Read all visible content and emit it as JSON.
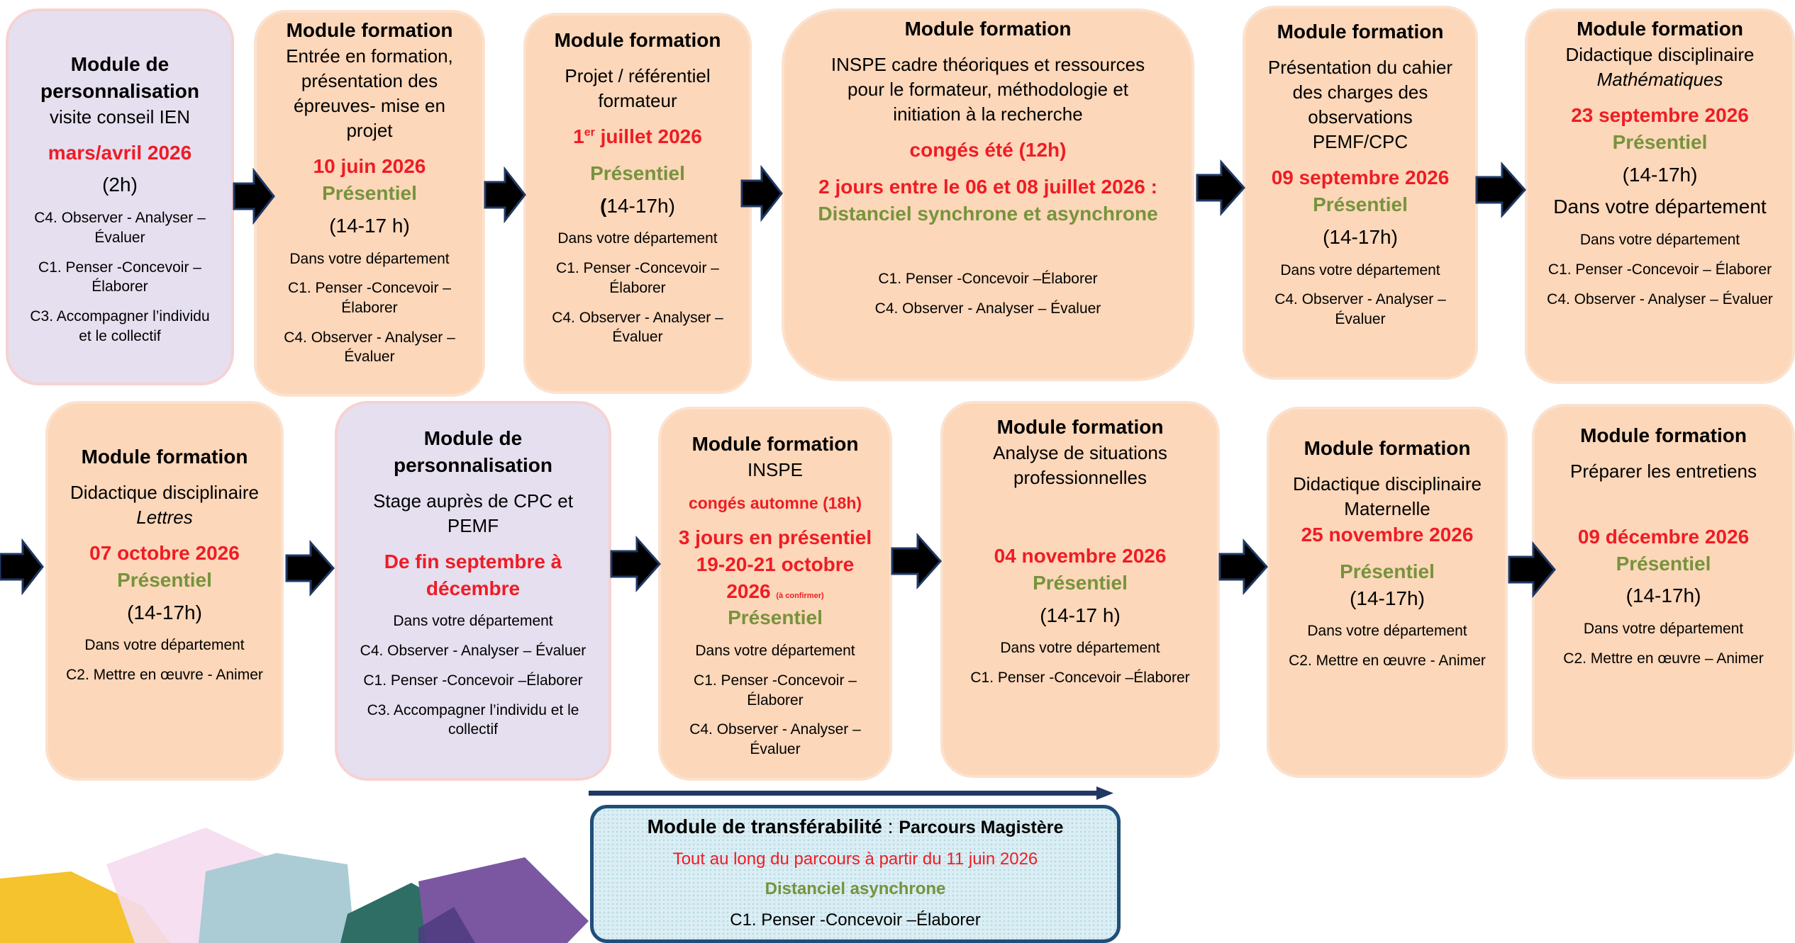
{
  "row1": [
    {
      "title": "Module de personnalisation",
      "subtitle": "visite conseil IEN",
      "date": "mars/avril 2026",
      "hours": "(2h)",
      "items": [
        "C4. Observer - Analyser – Évaluer",
        "C1. Penser -Concevoir – Élaborer",
        "C3. Accompagner l’individu et le collectif"
      ]
    },
    {
      "title": "Module formation",
      "subtitle": "Entrée en formation, présentation des épreuves- mise en projet",
      "date": "10 juin 2026",
      "mode": "Présentiel",
      "hours": "(14-17 h)",
      "place": "Dans votre département",
      "items": [
        "C1. Penser -Concevoir – Élaborer",
        "C4. Observer - Analyser – Évaluer"
      ]
    },
    {
      "title": "Module formation",
      "subtitle": "Projet / référentiel formateur",
      "date_prefix": "1",
      "date_sup": "er",
      "date_suffix": " juillet 2026",
      "mode": "Présentiel",
      "hours_bold": "(",
      "hours": "14-17h)",
      "place": "Dans votre département",
      "items": [
        "C1. Penser -Concevoir – Élaborer",
        "C4. Observer - Analyser – Évaluer"
      ]
    },
    {
      "title": "Module formation",
      "subtitle": "INSPE cadre théoriques et ressources pour le formateur, méthodologie et initiation à la recherche",
      "note": "congés été (12h)",
      "date": "2 jours entre le 06 et 08 juillet 2026 :",
      "mode": "Distanciel synchrone et asynchrone",
      "items": [
        "C1. Penser -Concevoir –Élaborer",
        "C4. Observer - Analyser – Évaluer"
      ]
    },
    {
      "title": "Module formation",
      "subtitle": "Présentation du cahier des charges des observations PEMF/CPC",
      "date": "09 septembre 2026",
      "mode": "Présentiel",
      "hours": "(14-17h)",
      "place": "Dans votre département",
      "items": [
        "C4. Observer - Analyser – Évaluer"
      ]
    },
    {
      "title": "Module formation",
      "subtitle": "Didactique disciplinaire",
      "subject": "Mathématiques",
      "date": "23  septembre 2026",
      "mode": "Présentiel",
      "hours": "(14-17h)",
      "place_big": "Dans votre département",
      "place": "Dans votre département",
      "items": [
        "C1. Penser -Concevoir – Élaborer",
        "C4. Observer - Analyser – Évaluer"
      ]
    }
  ],
  "row2": [
    {
      "title": "Module formation",
      "subtitle": "Didactique disciplinaire",
      "subject": "Lettres",
      "date": "07 octobre 2026",
      "mode": "Présentiel",
      "hours": "(14-17h)",
      "place": "Dans votre département",
      "items": [
        "C2. Mettre en œuvre - Animer"
      ]
    },
    {
      "title": "Module de personnalisation",
      "subtitle": "Stage auprès de CPC et PEMF",
      "date": "De fin septembre à décembre",
      "place": "Dans votre département",
      "items": [
        "C4. Observer - Analyser – Évaluer",
        "C1. Penser -Concevoir –Élaborer",
        "C3. Accompagner l’individu et le collectif"
      ]
    },
    {
      "title": "Module formation",
      "subtitle": "INSPE",
      "note": "congés automne (18h)",
      "date": "3 jours en présentiel 19-20-21 octobre 2026",
      "date_note": "(à confirmer)",
      "mode": "Présentiel",
      "place": "Dans votre département",
      "items": [
        "C1. Penser -Concevoir – Élaborer",
        "C4. Observer - Analyser – Évaluer"
      ]
    },
    {
      "title": "Module formation",
      "subtitle": "Analyse de situations professionnelles",
      "date": "04 novembre 2026",
      "mode": "Présentiel",
      "hours": "(14-17 h)",
      "place": "Dans votre département",
      "items": [
        "C1. Penser -Concevoir –Élaborer"
      ]
    },
    {
      "title": "Module formation",
      "subtitle": "Didactique disciplinaire Maternelle",
      "date": "25 novembre 2026",
      "mode": "Présentiel",
      "hours": "(14-17h)",
      "place": "Dans votre département",
      "items": [
        "C2. Mettre en œuvre - Animer"
      ]
    },
    {
      "title": "Module formation",
      "subtitle": "Préparer les entretiens",
      "date": "09 décembre 2026",
      "mode": "Présentiel",
      "hours": "(14-17h)",
      "place": "Dans votre département",
      "items": [
        "C2. Mettre en œuvre – Animer"
      ]
    }
  ],
  "transfer": {
    "title": "Module de transférabilité",
    "sep": " : ",
    "title_suffix": "Parcours Magistère",
    "period": "Tout au long du parcours à partir du 11 juin 2026",
    "mode": "Distanciel asynchrone",
    "item": "C1. Penser -Concevoir –Élaborer"
  },
  "colors": {
    "module_box": "#fcd7b9",
    "personalisation_box": "#e5dfef",
    "date_red": "#ee1c25",
    "mode_green": "#77933c",
    "arrow": "#000000",
    "arrow_outline": "#1f3864",
    "transfer_border": "#1f4e79",
    "transfer_fill": "#dbeef4"
  }
}
